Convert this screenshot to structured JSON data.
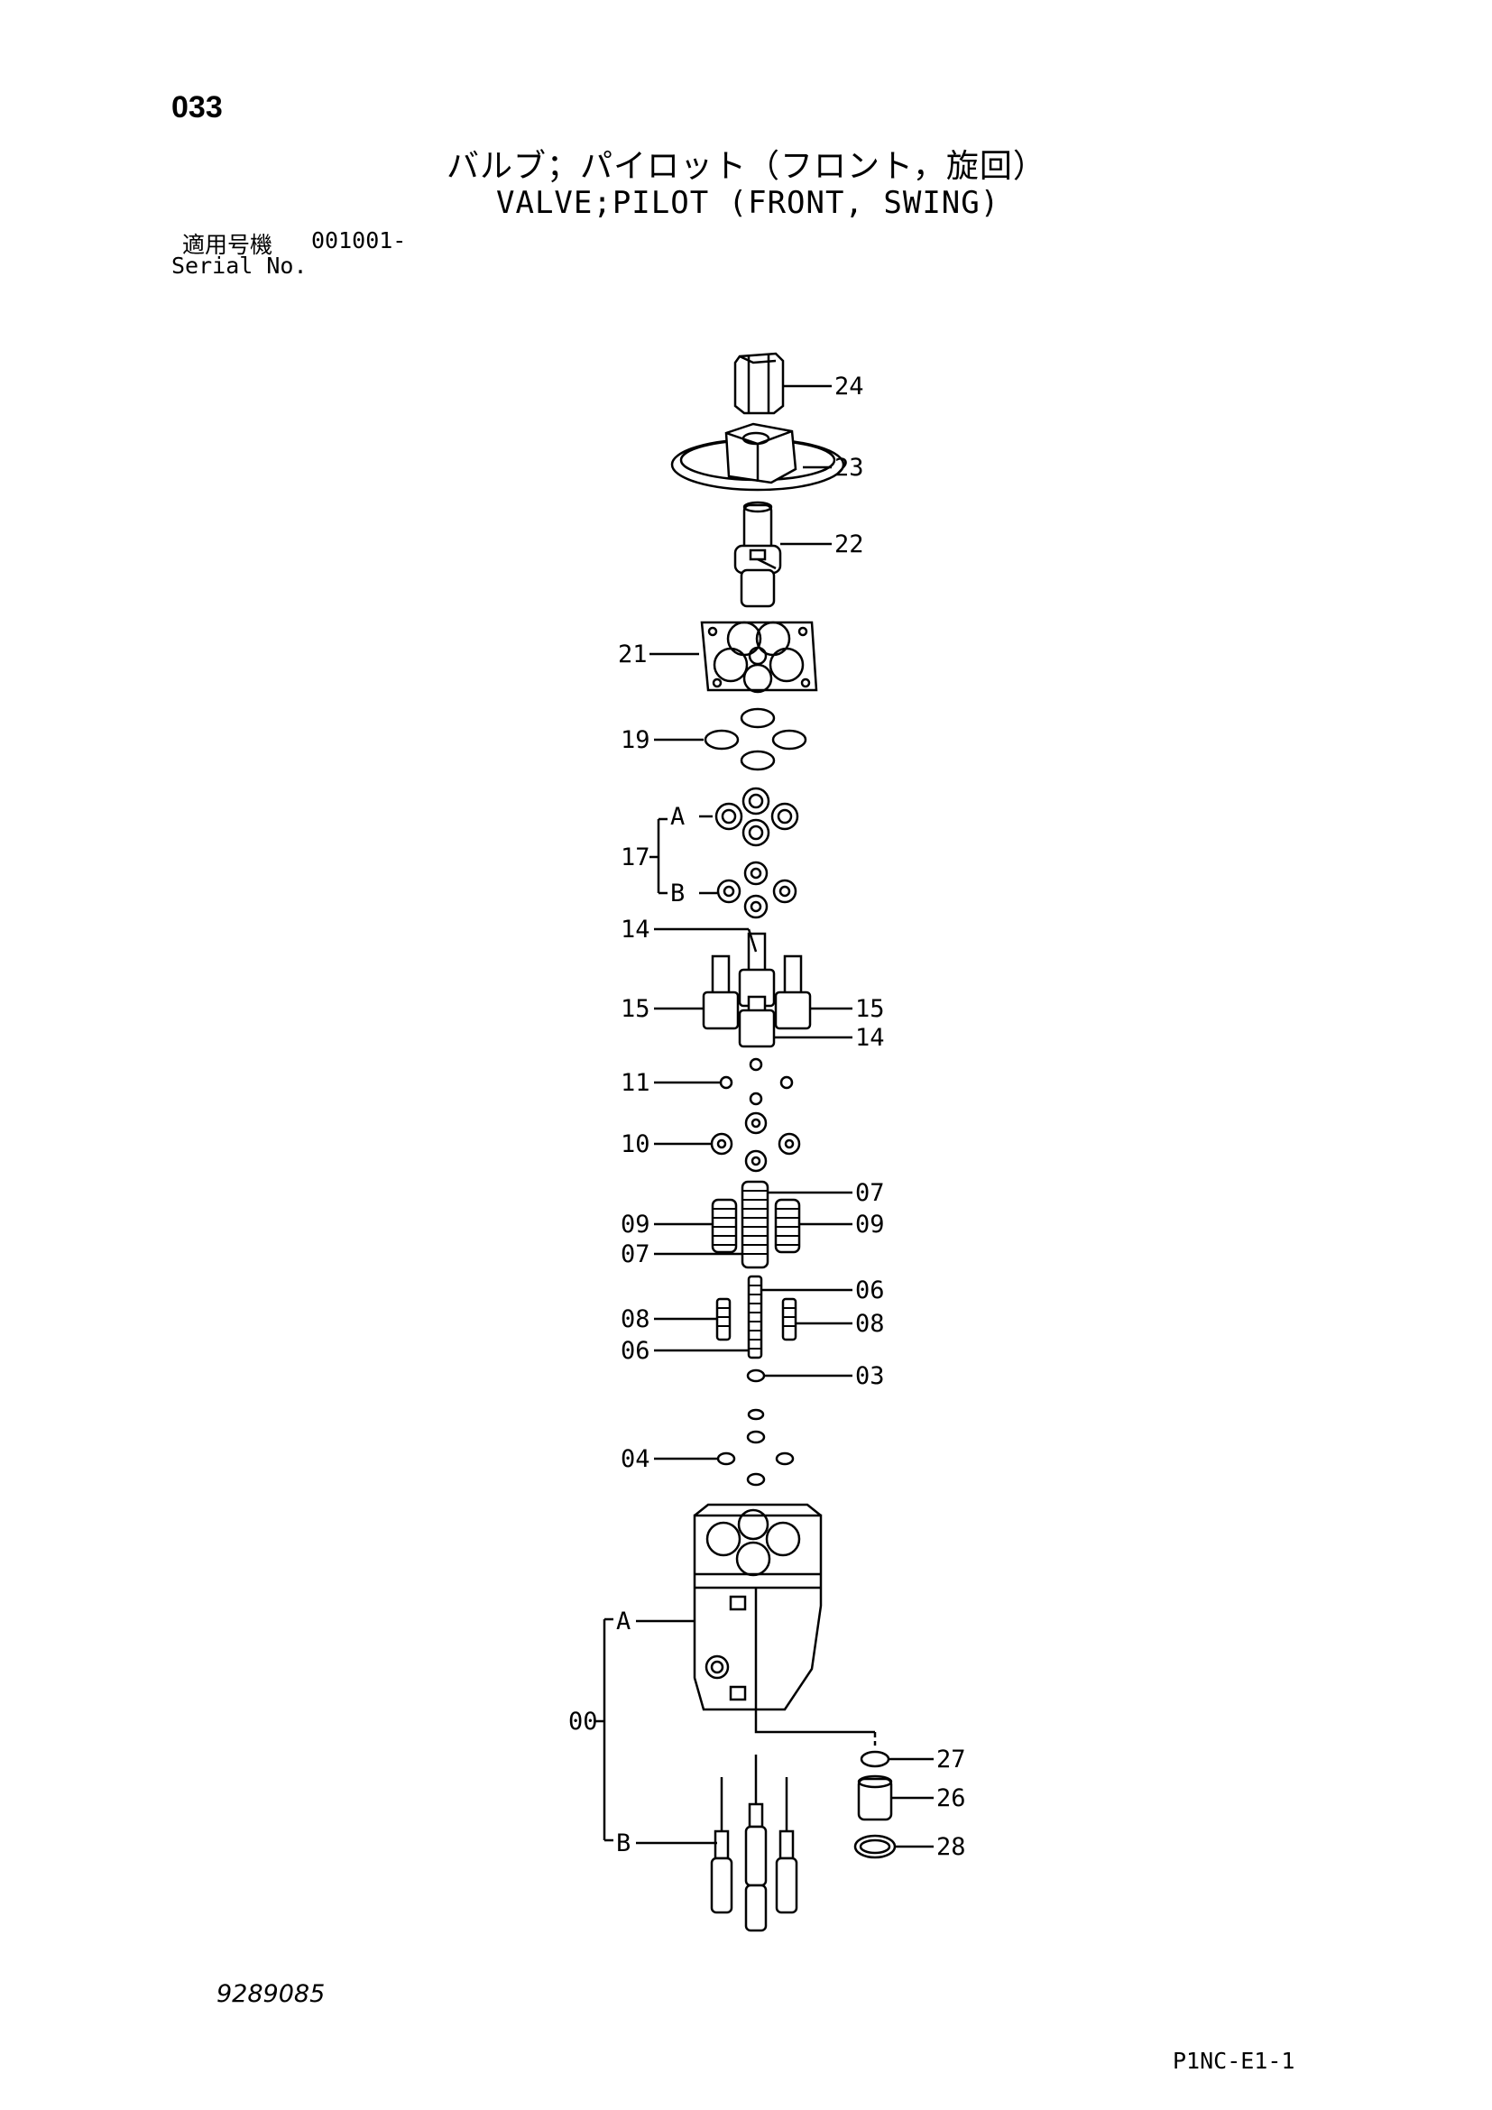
{
  "page_number": "033",
  "title_jp": "バルブ；パイロット（フロント，旋回）",
  "title_en": "VALVE;PILOT (FRONT, SWING)",
  "serial": {
    "label_jp": "適用号機",
    "value": "001001-",
    "label_en": "Serial No."
  },
  "drawing_number": "9289085",
  "page_code": "P1NC-E1-1",
  "callouts": {
    "c24": "24",
    "c23": "23",
    "c22": "22",
    "c21": "21",
    "c19": "19",
    "c17": "17",
    "c17a": "A",
    "c17b": "B",
    "c14a": "14",
    "c15l": "15",
    "c15r": "15",
    "c14b": "14",
    "c11": "11",
    "c10": "10",
    "c07a": "07",
    "c09l": "09",
    "c09r": "09",
    "c07b": "07",
    "c06a": "06",
    "c08l": "08",
    "c08r": "08",
    "c06b": "06",
    "c03": "03",
    "c04": "04",
    "c00": "00",
    "c00a": "A",
    "c00b": "B",
    "c27": "27",
    "c26": "26",
    "c28": "28"
  }
}
